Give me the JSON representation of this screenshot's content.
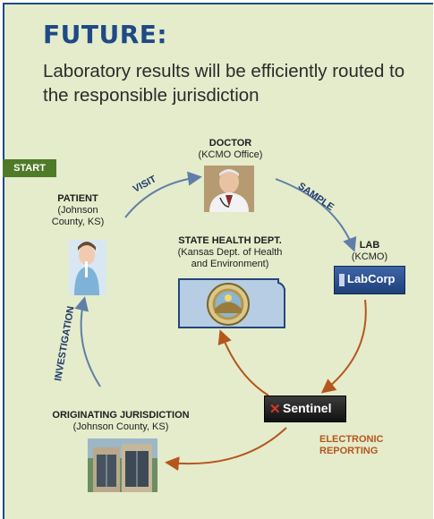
{
  "title": "FUTURE:",
  "subtitle": "Laboratory results will be efficiently routed to the responsible jurisdiction",
  "start_label": "START",
  "nodes": {
    "patient": {
      "name": "PATIENT",
      "detail_1": "(Johnson",
      "detail_2": "County, KS)"
    },
    "doctor": {
      "name": "DOCTOR",
      "detail_1": "(KCMO Office)"
    },
    "lab": {
      "name": "LAB",
      "detail_1": "(KCMO)",
      "logo_text": "LabCorp"
    },
    "state": {
      "name": "STATE HEALTH DEPT.",
      "detail_1": "(Kansas Dept. of Health",
      "detail_2": "and Environment)"
    },
    "sentinel": {
      "logo_text": "Sentinel"
    },
    "origin": {
      "name": "ORIGINATING JURISDICTION",
      "detail_1": "(Johnson County, KS)"
    }
  },
  "edges": {
    "visit": "VISIT",
    "sample": "SAMPLE",
    "investigation": "INVESTIGATION",
    "electronic_1": "ELECTRONIC",
    "electronic_2": "REPORTING"
  },
  "colors": {
    "background": "#e4eccb",
    "title": "#1f4a85",
    "start": "#4f7a28",
    "blue_arrow": "#5f7ea8",
    "orange_arrow": "#b5561d",
    "electronic": "#b5561d"
  }
}
